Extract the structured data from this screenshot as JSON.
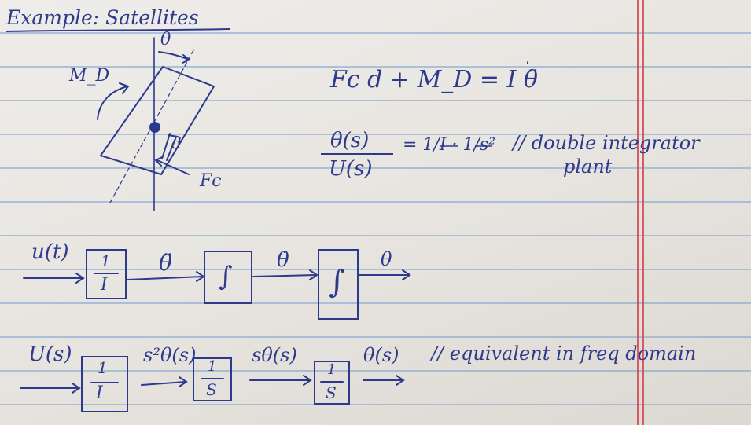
{
  "title": "Example: Satellites",
  "diagram": {
    "theta_label": "θ",
    "md_label": "M_D",
    "d_label": "d",
    "fc_label": "Fc"
  },
  "equations": {
    "torque": "Fc d + M_D = I θ̈",
    "tf_numerator": "θ(s)",
    "tf_denominator": "U(s)",
    "tf_rhs": "= 1/I · 1/s²",
    "tf_comment_line1": "// double integrator",
    "tf_comment_line2": "plant"
  },
  "time_domain": {
    "input": "u(t)",
    "block1_num": "1",
    "block1_den": "I",
    "signal1": "θ̈",
    "block2": "∫",
    "signal2": "θ̇",
    "block3": "∫",
    "signal3": "θ"
  },
  "freq_domain": {
    "input": "U(s)",
    "block1_num": "1",
    "block1_den": "I",
    "signal1": "s²θ(s)",
    "block2_num": "1",
    "block2_den": "S",
    "signal2": "sθ(s)",
    "block3_num": "1",
    "block3_den": "S",
    "signal3": "θ(s)",
    "comment": "// equivalent in freq domain"
  }
}
